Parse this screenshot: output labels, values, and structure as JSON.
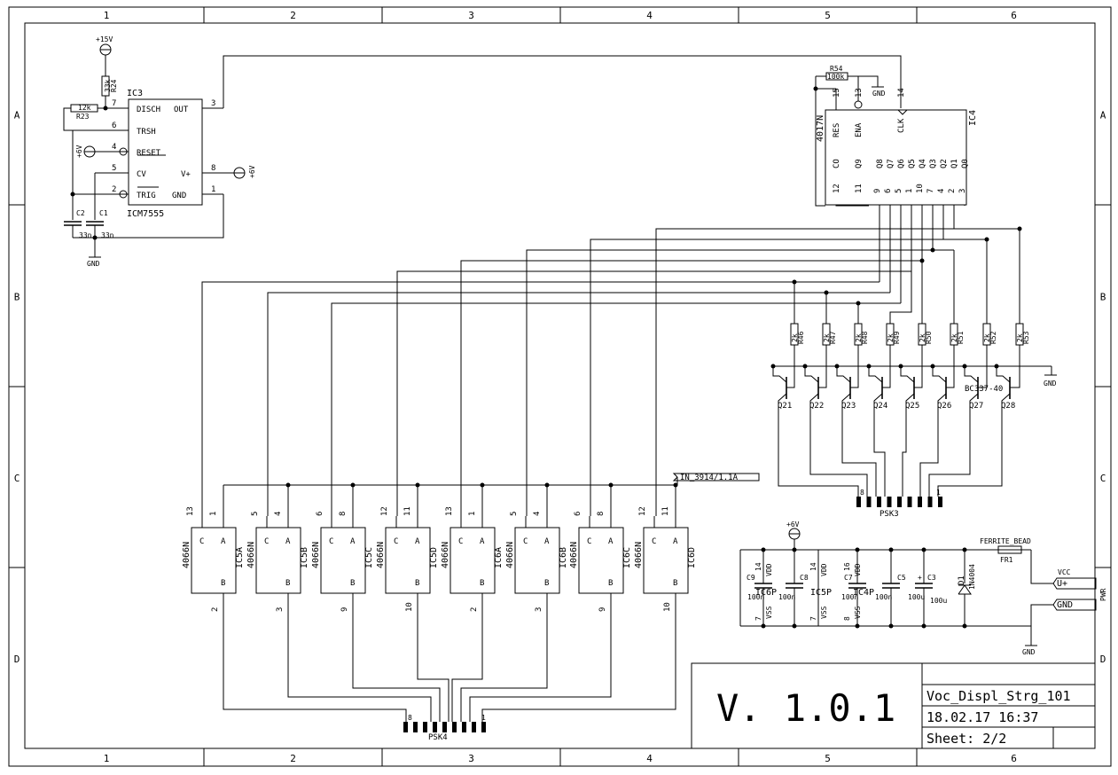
{
  "frame": {
    "columns": [
      "1",
      "2",
      "3",
      "4",
      "5",
      "6"
    ],
    "rows": [
      "A",
      "B",
      "C",
      "D"
    ]
  },
  "title_block": {
    "version": "V. 1.0.1",
    "sheet_name": "Voc_Displ_Strg_101",
    "date": "18.02.17 16:37",
    "sheet": "Sheet: 2/2"
  },
  "timer": {
    "ref": "IC3",
    "part": "ICM7555",
    "pins": [
      "DISCH",
      "TRSH",
      "RESET",
      "CV",
      "TRIG",
      "OUT",
      "V+",
      "GND"
    ],
    "pin_numbers": [
      "7",
      "6",
      "4",
      "5",
      "2",
      "3",
      "8",
      "1"
    ],
    "supply": "+15V",
    "supply2": "+6V",
    "supply3": "+6V",
    "r24": "R24",
    "r24_val": "33k",
    "r23": "R23",
    "r23_val": "12k",
    "c2": "C2",
    "c1": "C1",
    "c2_val": "33n",
    "c1_val": "33n",
    "gnd": "GND"
  },
  "counter": {
    "ref": "IC4",
    "part": "4017N",
    "pins_top": [
      "RES",
      "ENA",
      "CLK"
    ],
    "pins_bottom": [
      "CO",
      "Q9",
      "Q8",
      "Q7",
      "Q6",
      "Q5",
      "Q4",
      "Q3",
      "Q2",
      "Q1",
      "Q0"
    ],
    "pin_numbers_top": [
      "15",
      "13",
      "14"
    ],
    "pin_numbers_bottom": [
      "12",
      "11",
      "9",
      "6",
      "5",
      "1",
      "10",
      "7",
      "4",
      "2",
      "3"
    ],
    "r54": "R54",
    "r54_val": "100k",
    "gnd": "GND"
  },
  "transistors": {
    "resistors": [
      "R46",
      "R47",
      "R48",
      "R49",
      "R50",
      "R51",
      "R52",
      "R53"
    ],
    "res_val": "2k",
    "names": [
      "Q21",
      "Q22",
      "Q23",
      "Q24",
      "Q25",
      "Q26",
      "Q27",
      "Q28"
    ],
    "type": "BC337-40",
    "gnd": "GND",
    "connector": "PSK3",
    "conn_pin_first": "8",
    "conn_pin_last": "1"
  },
  "switches": {
    "refs": [
      "IC5A",
      "IC5B",
      "IC5C",
      "IC5D",
      "IC6A",
      "IC6B",
      "IC6C",
      "IC6D"
    ],
    "part": "4066N",
    "pin_c": [
      "13",
      "5",
      "6",
      "12",
      "13",
      "5",
      "6",
      "12"
    ],
    "pin_a": [
      "1",
      "4",
      "8",
      "11",
      "1",
      "4",
      "8",
      "11"
    ],
    "pin_b": [
      "2",
      "3",
      "9",
      "10",
      "2",
      "3",
      "9",
      "10"
    ],
    "label_c": "C",
    "label_a": "A",
    "label_b": "B",
    "input_label": "IN_3914/1.1A",
    "connector": "PSK4",
    "conn_pin_first": "8",
    "conn_pin_last": "1"
  },
  "power": {
    "supply": "+6V",
    "caps": [
      {
        "ref": "C9",
        "val": "100n"
      },
      {
        "ref": "C8",
        "val": "100n"
      },
      {
        "ref": "C7",
        "val": "100n"
      },
      {
        "ref": "C5",
        "val": "100n"
      },
      {
        "ref": "C3",
        "val": "100u"
      }
    ],
    "ic_power": [
      {
        "ref": "IC6P",
        "vdd_pin": "14",
        "vss_pin": "7"
      },
      {
        "ref": "IC5P",
        "vdd_pin": "14",
        "vss_pin": "7"
      },
      {
        "ref": "IC4P",
        "vdd_pin": "16",
        "vss_pin": "8"
      }
    ],
    "vdd": "VDD",
    "vss": "VSS",
    "diode": "D1",
    "diode_part": "1N4004",
    "ferrite_label": "FERRITE_BEAD",
    "ferrite_ref": "FR1",
    "vcc": "VCC",
    "port_plus": "U+",
    "port_gnd": "GND",
    "port_name": "PWR",
    "gnd": "GND"
  }
}
